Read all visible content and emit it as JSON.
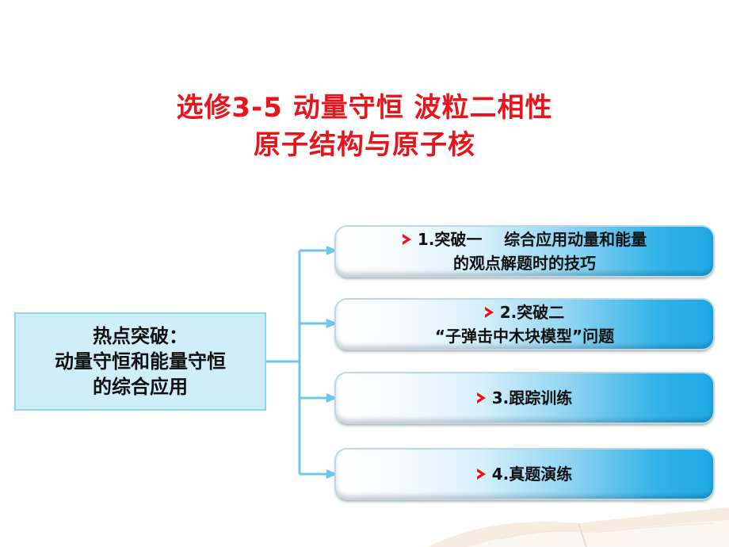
{
  "title": {
    "line1": "选修3-5  动量守恒  波粒二相性",
    "line2": "原子结构与原子核"
  },
  "hot_topic": {
    "line1": "热点突破：",
    "line2": "动量守恒和能量守恒",
    "line3": "的综合应用"
  },
  "items": [
    {
      "line1": "1.突破一    综合应用动量和能量",
      "line2": "的观点解题时的技巧"
    },
    {
      "line1": "2.突破二",
      "line2": "“子弹击中木块模型”问题"
    },
    {
      "line1": "3.跟踪训练"
    },
    {
      "line1": "4.真题演练"
    }
  ],
  "colors": {
    "title": "#e8141b",
    "connector": "#6cc7ee",
    "box_fill": "#cfeef8",
    "pill_end": "#1fa8e3",
    "bullet": "#e8141b"
  },
  "icons": {
    "bullet": "arrow-bullet-icon",
    "decor": "book-icon"
  }
}
